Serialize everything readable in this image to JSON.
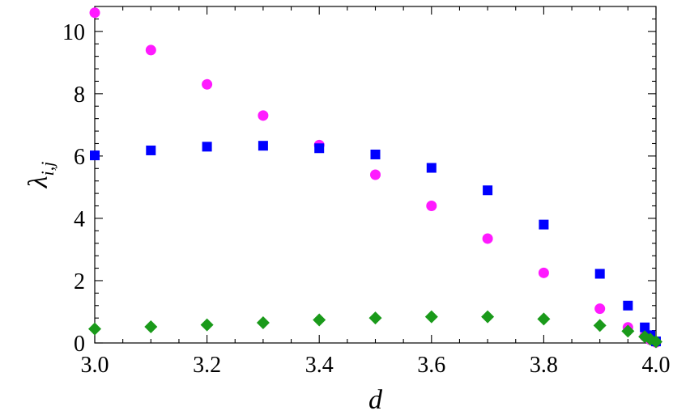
{
  "chart_data": {
    "type": "scatter",
    "xlabel": "d",
    "ylabel": {
      "base": "λ",
      "sub": "i,j"
    },
    "xlim": [
      3.0,
      4.0
    ],
    "ylim": [
      0,
      10.8
    ],
    "xticks": [
      "3.0",
      "3.2",
      "3.4",
      "3.6",
      "3.8",
      "4.0"
    ],
    "yticks": [
      "0",
      "2",
      "4",
      "6",
      "8",
      "10"
    ],
    "grid": false,
    "series": [
      {
        "marker": "circle",
        "color": "#ff1aff",
        "points": [
          [
            3.0,
            10.6
          ],
          [
            3.1,
            9.4
          ],
          [
            3.2,
            8.3
          ],
          [
            3.3,
            7.3
          ],
          [
            3.4,
            6.35
          ],
          [
            3.5,
            5.4
          ],
          [
            3.6,
            4.4
          ],
          [
            3.7,
            3.35
          ],
          [
            3.8,
            2.25
          ],
          [
            3.9,
            1.1
          ],
          [
            3.95,
            0.5
          ],
          [
            3.98,
            0.22
          ],
          [
            3.99,
            0.1
          ],
          [
            4.0,
            0.02
          ]
        ]
      },
      {
        "marker": "square",
        "color": "#0000ff",
        "points": [
          [
            3.0,
            6.02
          ],
          [
            3.1,
            6.18
          ],
          [
            3.2,
            6.3
          ],
          [
            3.3,
            6.33
          ],
          [
            3.4,
            6.25
          ],
          [
            3.5,
            6.05
          ],
          [
            3.6,
            5.62
          ],
          [
            3.7,
            4.9
          ],
          [
            3.8,
            3.8
          ],
          [
            3.9,
            2.22
          ],
          [
            3.95,
            1.2
          ],
          [
            3.98,
            0.5
          ],
          [
            3.99,
            0.25
          ],
          [
            4.0,
            0.05
          ]
        ]
      },
      {
        "marker": "diamond",
        "color": "#1a9a1a",
        "points": [
          [
            3.0,
            0.45
          ],
          [
            3.1,
            0.52
          ],
          [
            3.2,
            0.58
          ],
          [
            3.3,
            0.65
          ],
          [
            3.4,
            0.74
          ],
          [
            3.5,
            0.8
          ],
          [
            3.6,
            0.84
          ],
          [
            3.7,
            0.84
          ],
          [
            3.8,
            0.77
          ],
          [
            3.9,
            0.56
          ],
          [
            3.95,
            0.38
          ],
          [
            3.98,
            0.2
          ],
          [
            3.99,
            0.12
          ],
          [
            4.0,
            0.04
          ]
        ]
      }
    ]
  }
}
